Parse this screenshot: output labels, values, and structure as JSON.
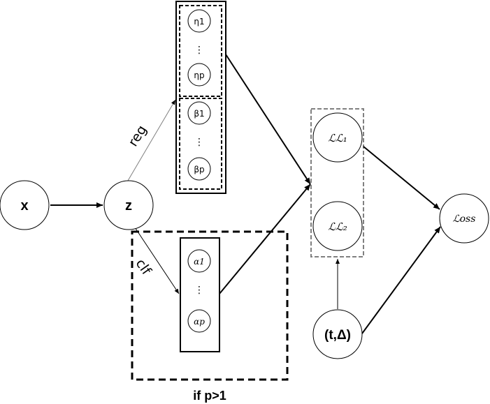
{
  "nodes": {
    "x": "x",
    "z": "z",
    "eta1": "η1",
    "eta_dots": "⋮",
    "etap": "ηp",
    "beta1": "β1",
    "beta_dots": "⋮",
    "betap": "βp",
    "alpha1": "α1",
    "alpha_dots": "⋮",
    "alphap": "αp",
    "ll1": "ℒℒ₁",
    "ll2": "ℒℒ₂",
    "t_delta": "(t,Δ)",
    "loss": "ℒoss"
  },
  "edges": {
    "reg": "reg",
    "clf": "clf"
  },
  "annotations": {
    "if_condition": "if p>1"
  },
  "colors": {
    "stroke": "#000000",
    "dashed_gray": "#808080",
    "light_edge": "#808080"
  }
}
